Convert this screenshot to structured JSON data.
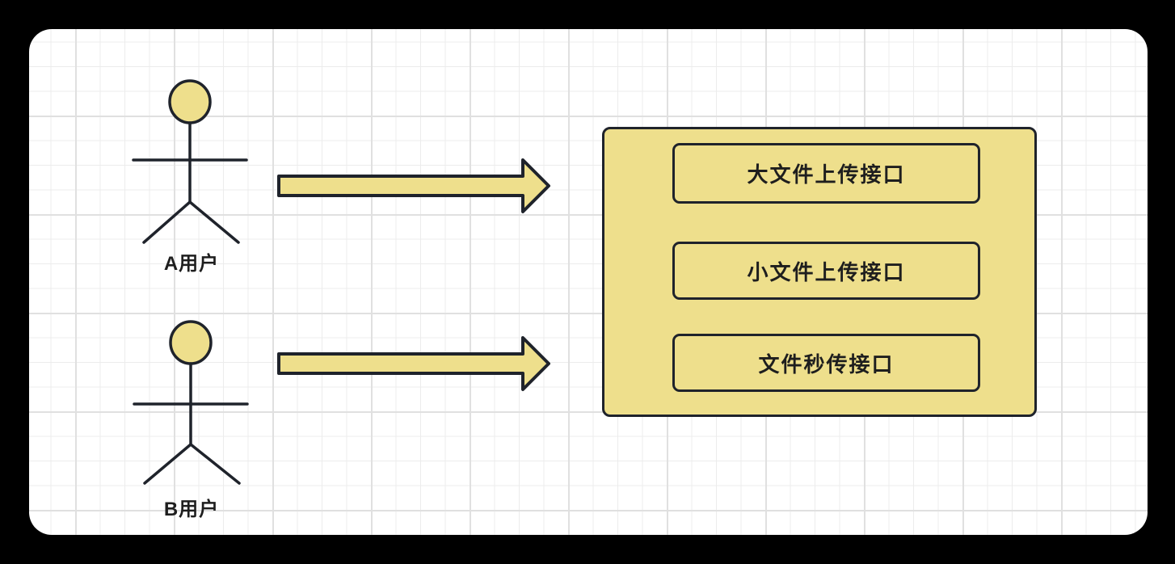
{
  "diagram": {
    "title": "file-upload-interfaces-diagram",
    "actors": [
      {
        "label": "A用户"
      },
      {
        "label": "B用户"
      }
    ],
    "arrows": [
      {
        "from": "A用户",
        "to": "接口服务",
        "direction": "right"
      },
      {
        "from": "B用户",
        "to": "接口服务",
        "direction": "right"
      }
    ],
    "server_box": {
      "interfaces": [
        {
          "label": "大文件上传接口"
        },
        {
          "label": "小文件上传接口"
        },
        {
          "label": "文件秒传接口"
        }
      ]
    },
    "colors": {
      "shape_fill": "#eedf8c",
      "shape_stroke": "#1f232b",
      "text": "#1e1e1e",
      "canvas_bg": "#ffffff",
      "grid_minor": "#ececec",
      "grid_major": "#e0e0e0",
      "outer_bg": "#000000"
    }
  }
}
